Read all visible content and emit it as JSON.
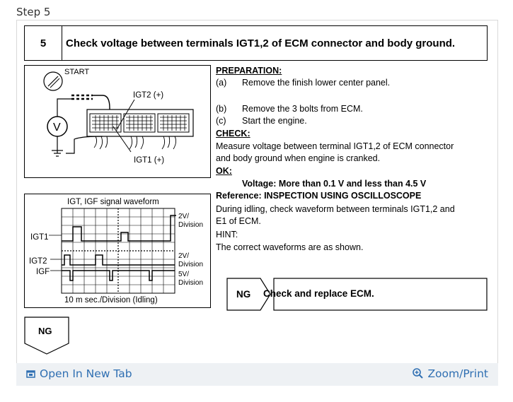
{
  "step_label": "Step 5",
  "header": {
    "number": "5",
    "title": "Check voltage between terminals IGT1,2 of ECM connector and body ground."
  },
  "diagram1": {
    "start": "START",
    "igt2": "IGT2 (+)",
    "igt1": "IGT1 (+)",
    "meter": "V"
  },
  "diagram2": {
    "title": "IGT, IGF signal waveform",
    "left_labels": [
      "IGT1",
      "IGT2",
      "IGF"
    ],
    "div1": [
      "2V/",
      "Division"
    ],
    "div2": [
      "2V/",
      "Division"
    ],
    "div3": [
      "5V/",
      "Division"
    ],
    "bottom": "10 m sec./Division (Idling)"
  },
  "preparation": {
    "heading": "PREPARATION:",
    "items": [
      {
        "mark": "(a)",
        "text": "Remove the finish lower center panel."
      },
      {
        "mark": "(b)",
        "text": "Remove the 3 bolts from ECM."
      },
      {
        "mark": "(c)",
        "text": "Start the engine."
      }
    ]
  },
  "check": {
    "heading": "CHECK:",
    "lines": [
      "Measure voltage between terminal IGT1,2 of ECM connector",
      "and body ground when engine is cranked."
    ]
  },
  "ok": {
    "heading": "OK:",
    "voltage": "Voltage: More than 0.1 V and less than 4.5 V"
  },
  "reference": {
    "heading": "Reference:  INSPECTION USING OSCILLOSCOPE",
    "lines": [
      "During  idling, check waveform between terminals IGT1,2 and",
      "E1 of ECM.",
      "HINT:",
      "The correct  waveforms are as shown."
    ]
  },
  "ng_right": {
    "tag": "NG",
    "action": "Check and replace ECM."
  },
  "ng_bottom": {
    "tag": "NG"
  },
  "footer": {
    "open_tab": "Open In New Tab",
    "zoom": "Zoom/Print",
    "link_color": "#2f6fb2"
  }
}
